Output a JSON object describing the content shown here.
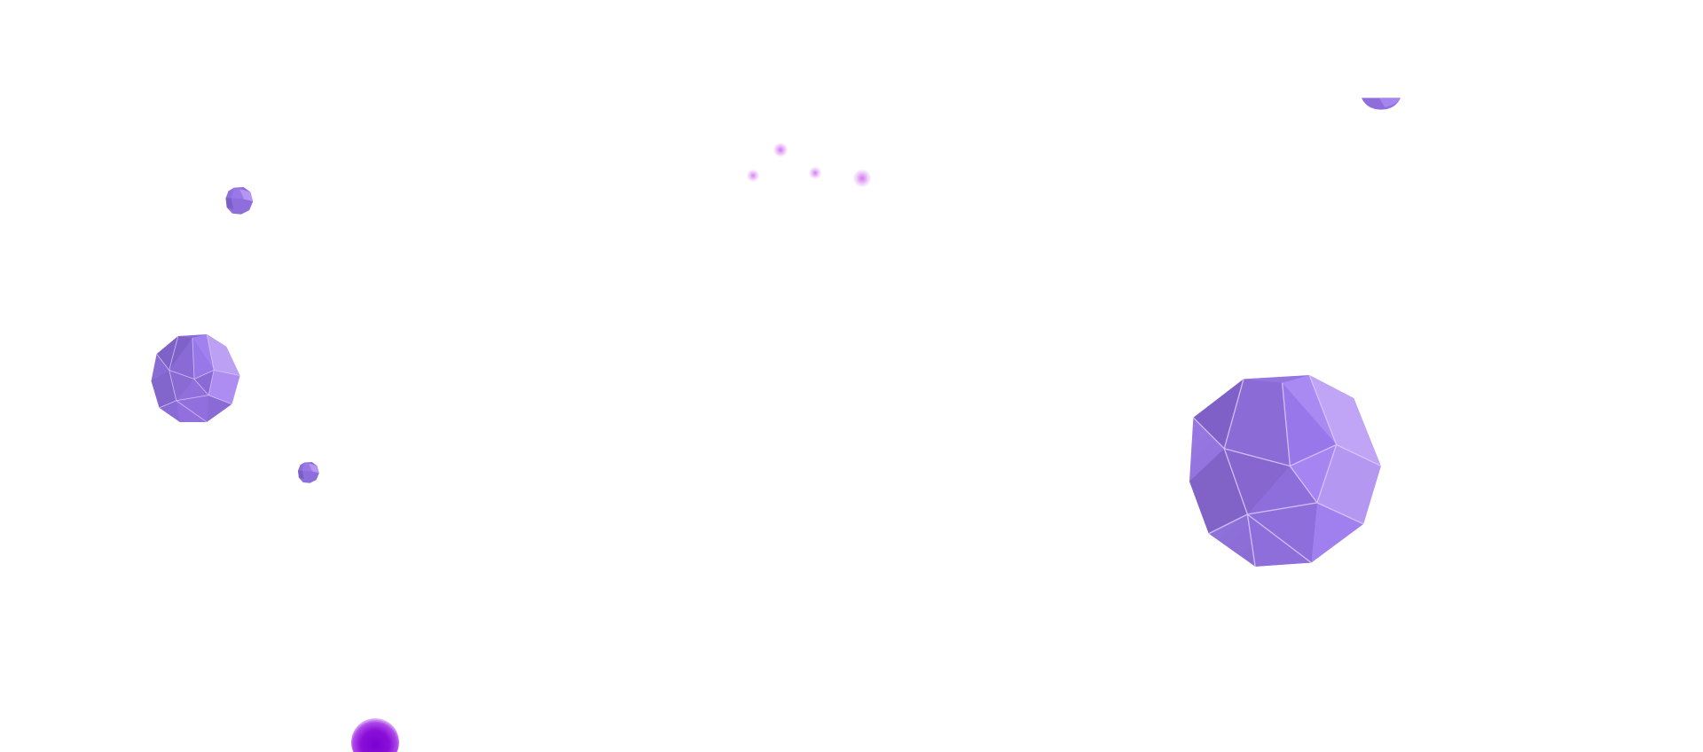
{
  "scene": {
    "background_color": "#ffffff",
    "gem_color_dark": "#7f62c9",
    "gem_color_mid": "#9574e6",
    "gem_color_light": "#b79af0",
    "glow_color": "#d070f0",
    "orb_color": "#8a10d8",
    "gems": [
      {
        "name": "gem-large-right",
        "icon": "polyhedron-icon"
      },
      {
        "name": "gem-medium-left",
        "icon": "polyhedron-icon"
      },
      {
        "name": "gem-small-upper-left",
        "icon": "polyhedron-icon"
      },
      {
        "name": "gem-small-left",
        "icon": "polyhedron-icon"
      },
      {
        "name": "gem-cut-top-right",
        "icon": "polyhedron-icon"
      }
    ],
    "particles": 4,
    "orbs": 1
  }
}
